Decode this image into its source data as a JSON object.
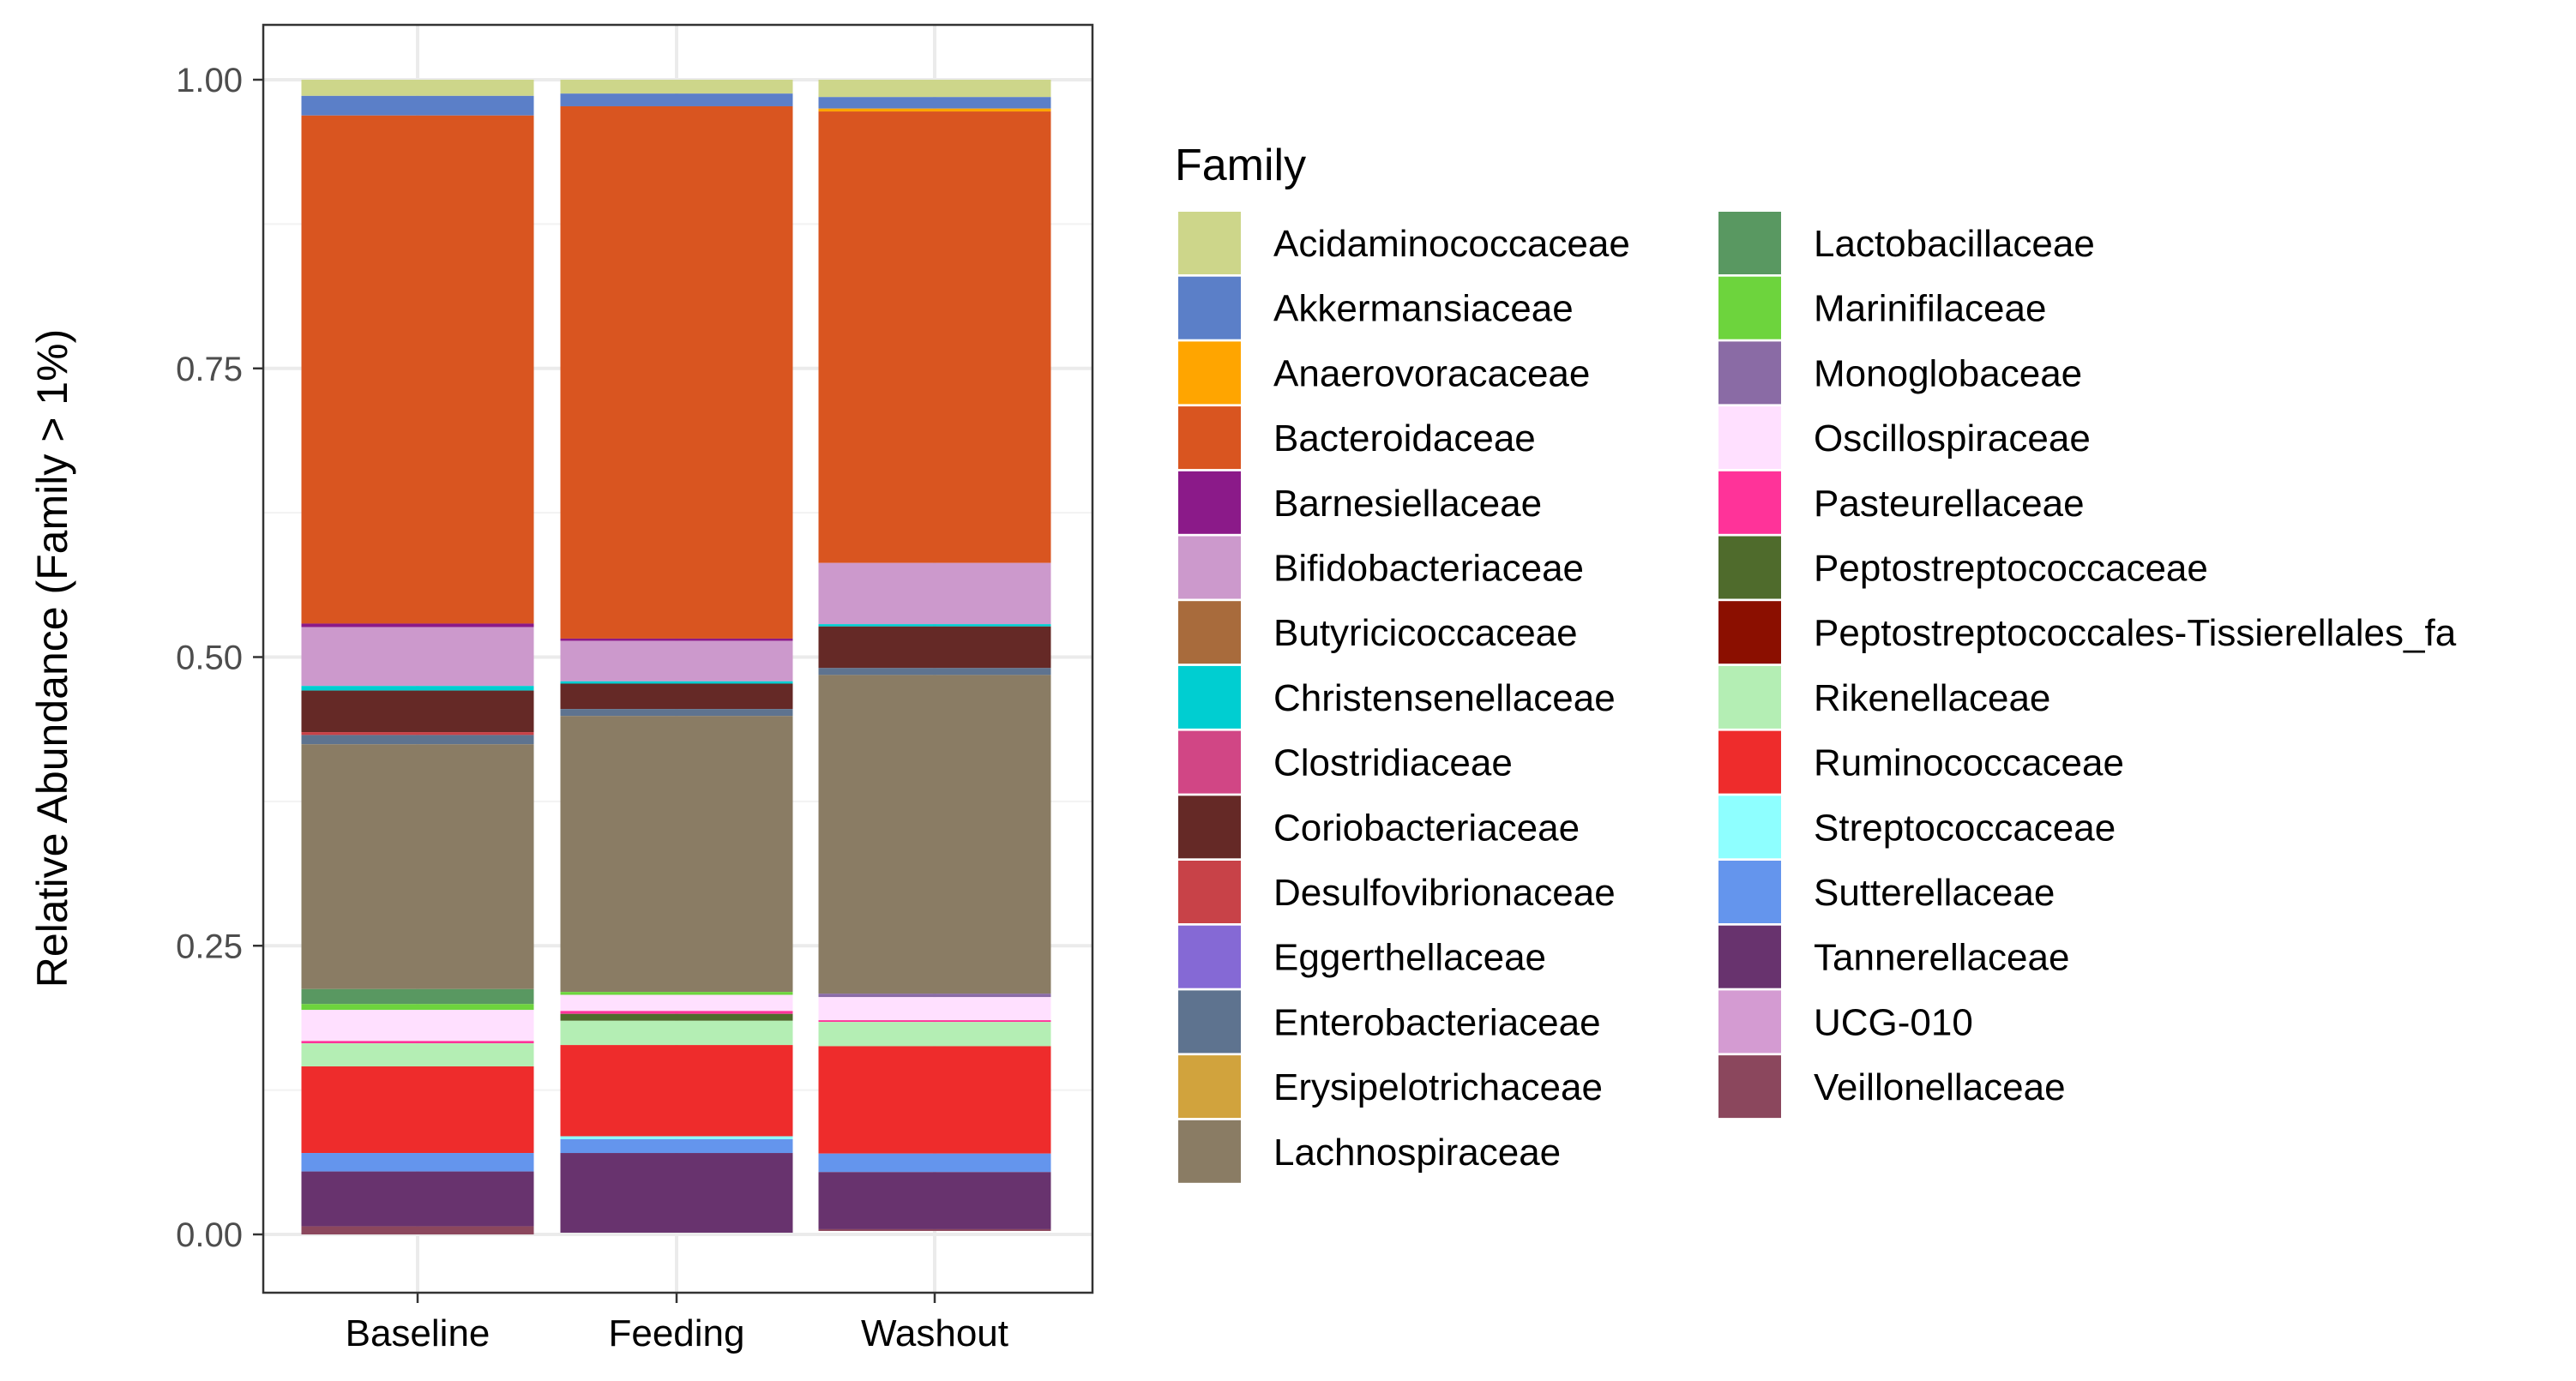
{
  "chart_data": {
    "type": "bar",
    "stacked": true,
    "title": "",
    "xlabel": "",
    "ylabel": "Relative Abundance (Family > 1%)",
    "ylim": [
      0,
      1
    ],
    "yticks": [
      "0.00",
      "0.25",
      "0.50",
      "0.75",
      "1.00"
    ],
    "grid": true,
    "legend_title": "Family",
    "legend_position": "right",
    "categories": [
      "Baseline",
      "Feeding",
      "Washout"
    ],
    "series": [
      {
        "name": "Acidaminococcaceae",
        "color": "#CDD68A",
        "values": [
          0.014,
          0.012,
          0.015
        ]
      },
      {
        "name": "Akkermansiaceae",
        "color": "#5B7FC8",
        "values": [
          0.017,
          0.011,
          0.01
        ]
      },
      {
        "name": "Anaerovoracaceae",
        "color": "#FFA500",
        "values": [
          0,
          0,
          0.0025
        ]
      },
      {
        "name": "Bacteroidaceae",
        "color": "#D95520",
        "values": [
          0.44,
          0.461,
          0.391
        ]
      },
      {
        "name": "Barnesiellaceae",
        "color": "#8B1A89",
        "values": [
          0.003,
          0.002,
          0
        ]
      },
      {
        "name": "Bifidobacteriaceae",
        "color": "#CC99CC",
        "values": [
          0.051,
          0.035,
          0.053
        ]
      },
      {
        "name": "Butyricicoccaceae",
        "color": "#A86B3C",
        "values": [
          0,
          0,
          0
        ]
      },
      {
        "name": "Christensenellaceae",
        "color": "#00CED1",
        "values": [
          0.004,
          0.002,
          0.002
        ]
      },
      {
        "name": "Clostridiaceae",
        "color": "#D14685",
        "values": [
          0,
          0,
          0
        ]
      },
      {
        "name": "Coriobacteriaceae",
        "color": "#652926",
        "values": [
          0.036,
          0.022,
          0.036
        ]
      },
      {
        "name": "Desulfovibrionaceae",
        "color": "#C84248",
        "values": [
          0.0025,
          0,
          0
        ]
      },
      {
        "name": "Eggerthellaceae",
        "color": "#8569D5",
        "values": [
          0,
          0,
          0
        ]
      },
      {
        "name": "Enterobacteriaceae",
        "color": "#5E738F",
        "values": [
          0.008,
          0.006,
          0.006
        ]
      },
      {
        "name": "Erysipelotrichaceae",
        "color": "#D1A33D",
        "values": [
          0,
          0,
          0
        ]
      },
      {
        "name": "Lachnospiraceae",
        "color": "#8A7C64",
        "values": [
          0.212,
          0.239,
          0.276
        ]
      },
      {
        "name": "Lactobacillaceae",
        "color": "#599861",
        "values": [
          0.013,
          0,
          0
        ]
      },
      {
        "name": "Marinifilaceae",
        "color": "#6DD43D",
        "values": [
          0.005,
          0.0025,
          0
        ]
      },
      {
        "name": "Monoglobaceae",
        "color": "#8A6BA5",
        "values": [
          0,
          0,
          0.003
        ]
      },
      {
        "name": "Oscillospiraceae",
        "color": "#FFE0FF",
        "values": [
          0.027,
          0.014,
          0.02
        ]
      },
      {
        "name": "Pasteurellaceae",
        "color": "#FF3399",
        "values": [
          0.002,
          0.0025,
          0.0015
        ]
      },
      {
        "name": "Peptostreptococcaceae",
        "color": "#4F6B2C",
        "values": [
          0,
          0.006,
          0
        ]
      },
      {
        "name": "Peptostreptococcales-Tissierellales_fa",
        "color": "#8B0F00",
        "values": [
          0,
          0,
          0
        ]
      },
      {
        "name": "Rikenellaceae",
        "color": "#B4EEB4",
        "values": [
          0.02,
          0.021,
          0.021
        ]
      },
      {
        "name": "Ruminococcaceae",
        "color": "#EE2C2C",
        "values": [
          0.075,
          0.079,
          0.093
        ]
      },
      {
        "name": "Streptococcaceae",
        "color": "#8EFFFF",
        "values": [
          0,
          0.0025,
          0
        ]
      },
      {
        "name": "Sutterellaceae",
        "color": "#6495ED",
        "values": [
          0.016,
          0.012,
          0.016
        ]
      },
      {
        "name": "Tannerellaceae",
        "color": "#68336E",
        "values": [
          0.0475,
          0.069,
          0.0495
        ]
      },
      {
        "name": "UCG-010",
        "color": "#D49BD2",
        "values": [
          0,
          0,
          0
        ]
      },
      {
        "name": "Veillonellaceae",
        "color": "#8B475D",
        "values": [
          0.007,
          0,
          0.0015
        ]
      }
    ]
  }
}
